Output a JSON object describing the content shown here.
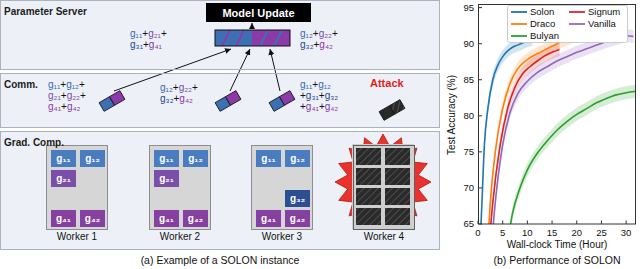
{
  "diagram": {
    "nodes": [
      {
        "text": [
          "Parameter Server"
        ]
      },
      {
        "text": [
          "Model Update"
        ],
        "in": 0
      },
      {
        "text": [
          "Comm."
        ]
      },
      {
        "text": [
          "Grad. Comp."
        ]
      },
      {
        "text": [
          "Worker 1"
        ],
        "in": 3
      },
      {
        "text": [
          "g₁₁"
        ],
        "in": 4
      },
      {
        "text": [
          "g₁₂"
        ],
        "in": 4
      },
      {
        "text": [
          "g₂₁"
        ],
        "in": 4
      },
      {
        "text": [
          "g₄₁"
        ],
        "in": 4
      },
      {
        "text": [
          "g₄₂"
        ],
        "in": 4
      },
      {
        "text": [
          "Worker 2"
        ],
        "in": 3
      },
      {
        "text": [
          "g₁₁"
        ],
        "in": 10
      },
      {
        "text": [
          "g₁₂"
        ],
        "in": 10
      },
      {
        "text": [
          "g₂₁"
        ],
        "in": 10
      },
      {
        "text": [
          "g₄₁"
        ],
        "in": 10
      },
      {
        "text": [
          "g₄₂"
        ],
        "in": 10
      },
      {
        "text": [
          "Worker 3"
        ],
        "in": 3
      },
      {
        "text": [
          "g₁₁"
        ],
        "in": 16
      },
      {
        "text": [
          "g₁₂"
        ],
        "in": 16
      },
      {
        "text": [
          "g₃₂"
        ],
        "in": 16
      },
      {
        "text": [
          "g₄₁"
        ],
        "in": 16
      },
      {
        "text": [
          "g₄₂"
        ],
        "in": 16
      },
      {
        "text": [
          "Worker 4"
        ],
        "in": 3
      }
    ],
    "labels": [
      "g₁₁+g₂₁+ g₃₁+g₄₁",
      "g₁₂+g₂₂+ g₃₂+g₄₂",
      "g₁₁+g₁₂+ g₂₁+g₂₂+ g₄₁+g₄₂",
      "g₁₂+g₂₂+ g₃₂+g₄₂",
      "g₁₁+g₁₂ +g₃₁+g₃₂ +g₄₁+g₄₂",
      "Attack",
      "(a) Example of a SOLON instance",
      "Test Accuracy (%)",
      "Wall-clock Time (Hour)",
      "(b) Performance of SOLON",
      "65",
      "70",
      "75",
      "80",
      "85",
      "90",
      "95",
      "0",
      "5",
      "10",
      "15",
      "20",
      "25",
      "30"
    ],
    "legend": [
      {
        "text": "Solon"
      },
      {
        "text": "Draco"
      },
      {
        "text": "Bulyan"
      },
      {
        "text": "Signum"
      },
      {
        "text": "Vanilla"
      }
    ]
  }
}
